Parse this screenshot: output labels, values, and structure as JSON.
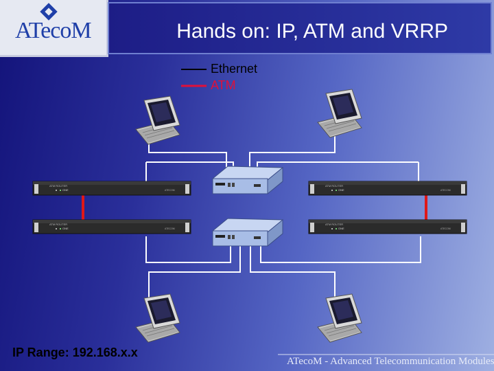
{
  "slide": {
    "logo_text": "ATecoM",
    "title": "Hands on: IP, ATM and VRRP",
    "footer_ip": "IP Range: 192.168.x.x",
    "footer_brand": "ATecoM - Advanced Telecommunication Modules"
  },
  "legend": [
    {
      "label": "Ethernet",
      "color": "#000000"
    },
    {
      "label": "ATM",
      "color": "#e0103a"
    }
  ],
  "colors": {
    "ethernet": "#ffffff",
    "atm": "#e01818",
    "legend_ethernet": "#000000",
    "legend_atm": "#e0103a"
  },
  "devices": {
    "laptops": [
      "laptop-icon",
      "laptop-icon",
      "laptop-icon",
      "laptop-icon"
    ],
    "routers": [
      "rack-router-icon",
      "rack-router-icon",
      "rack-router-icon",
      "rack-router-icon"
    ],
    "switches": [
      "switch-icon",
      "switch-icon"
    ]
  }
}
